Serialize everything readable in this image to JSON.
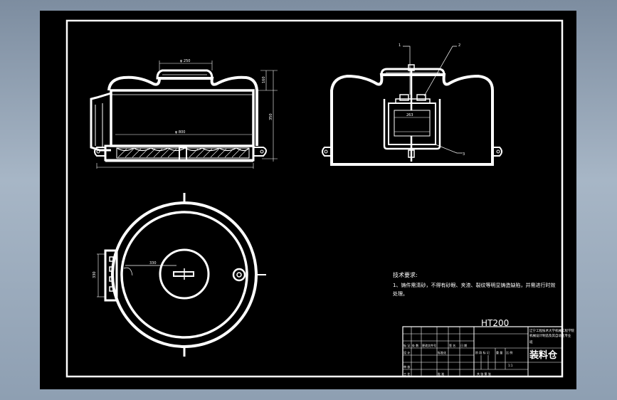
{
  "drawing": {
    "material": "HT200",
    "title": "装料仓",
    "notes_heading": "技术要求:",
    "notes_lines": [
      "1、铸件需清砂，不得有砂眼、夹渣、裂纹等明显铸造缺陷，并需进行时效",
      "处理。"
    ],
    "school": [
      "辽宁工程技术大学机械工程学院",
      "机械设计制造及其自动化专业",
      "班"
    ],
    "dimensions": {
      "front_top": "φ 250",
      "front_bottom": "φ 800",
      "front_right_upper": "160",
      "front_right_main": "350",
      "side_gap": "263",
      "plan_radius": "330",
      "plan_left": "330"
    },
    "leaders": [
      "1",
      "2",
      "3"
    ],
    "title_block_cells": {
      "c1": "标 记",
      "c2": "处 数",
      "c3": "更改文件号",
      "c4": "签 名",
      "c5": "日 期",
      "c6": "设 计",
      "c7": "标准化",
      "c8": "审 核",
      "c9": "工 艺",
      "c10": "批 准",
      "c11": "阶 段 标 记",
      "c12": "重 量",
      "c13": "比 例",
      "c14": "1:1",
      "c15": "共 张 第 张"
    }
  }
}
